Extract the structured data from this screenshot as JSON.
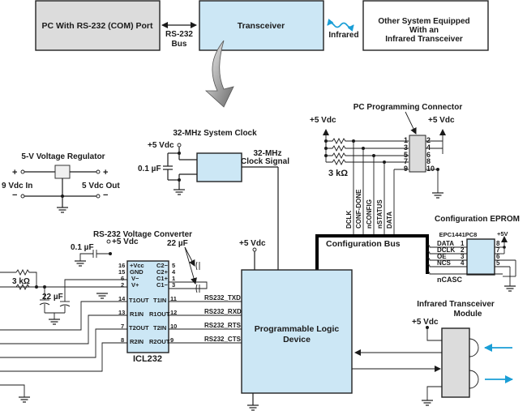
{
  "top_blocks": {
    "pc": "PC With RS-232 (COM) Port",
    "rs232_bus_line1": "RS-232",
    "rs232_bus_line2": "Bus",
    "transceiver": "Transceiver",
    "infrared": "Infrared",
    "other_line1": "Other System Equipped",
    "other_line2": "With an",
    "other_line3": "Infrared Transceiver"
  },
  "regulator": {
    "title": "5-V Voltage Regulator",
    "plus": "+",
    "minus": "−",
    "input": "9 Vdc In",
    "output": "5 Vdc Out"
  },
  "clock": {
    "title": "32-MHz System Clock",
    "supply": "+5 Vdc",
    "cap": "0.1 µF",
    "signal_line1": "32-MHz",
    "signal_line2": "Clock Signal"
  },
  "pc_connector": {
    "title": "PC Programming Connector",
    "supply_left": "+5 Vdc",
    "supply_right": "+5 Vdc",
    "resistor": "3 kΩ",
    "pins_left": [
      "1",
      "3",
      "5",
      "7",
      "9"
    ],
    "pins_right": [
      "2",
      "4",
      "6",
      "8",
      "10"
    ],
    "signals": [
      "DCLK",
      "CONF-DONE",
      "nCONFIG",
      "nSTATUS",
      "DATA"
    ]
  },
  "config_bus": {
    "label": "Configuration Bus"
  },
  "eprom": {
    "title": "Configuration EPROM",
    "part": "EPC1441PC8",
    "supply": "+5V",
    "left_pins": [
      {
        "name": "DATA",
        "num": "1"
      },
      {
        "name": "DCLK",
        "num": "2"
      },
      {
        "name": "OE",
        "num": "3"
      },
      {
        "name": "NCS",
        "num": "4"
      }
    ],
    "right_pins": [
      "8",
      "7",
      "6",
      "5"
    ],
    "ncasc": "nCASC"
  },
  "converter": {
    "title": "RS-232 Voltage Converter",
    "supply": "+5 Vdc",
    "cap_small": "0.1 µF",
    "cap_large": "22 µF",
    "cap_left": "22 µF",
    "resistor": "3 kΩ",
    "chip": "ICL232",
    "left_pins": [
      {
        "num": "16",
        "name": "+Vcc"
      },
      {
        "num": "15",
        "name": "GND"
      },
      {
        "num": "6",
        "name": "V−"
      },
      {
        "num": "2",
        "name": "V+"
      },
      {
        "num": "14",
        "name": "T1OUT"
      },
      {
        "num": "13",
        "name": "R1IN"
      },
      {
        "num": "7",
        "name": "T2OUT"
      },
      {
        "num": "8",
        "name": "R2IN"
      }
    ],
    "right_pins": [
      {
        "num": "5",
        "name": "C2−"
      },
      {
        "num": "4",
        "name": "C2+"
      },
      {
        "num": "1",
        "name": "C1+"
      },
      {
        "num": "3",
        "name": "C1−"
      },
      {
        "num": "11",
        "name": "T1IN"
      },
      {
        "num": "12",
        "name": "R1OUT"
      },
      {
        "num": "10",
        "name": "T2IN"
      },
      {
        "num": "9",
        "name": "R2OUT"
      }
    ],
    "signals": [
      "RS232_TXD",
      "RS232_RXD",
      "RS232_RTS",
      "RS232_CTS"
    ]
  },
  "pld": {
    "supply": "+5 Vdc",
    "line1": "Programmable Logic",
    "line2": "Device"
  },
  "ir_module": {
    "title_line1": "Infrared Transceiver",
    "title_line2": "Module",
    "supply": "+5 Vdc"
  },
  "colors": {
    "block_blue": "#cce7f5",
    "block_gray": "#dcdcdc",
    "infrared_blue": "#1a9ed6"
  }
}
